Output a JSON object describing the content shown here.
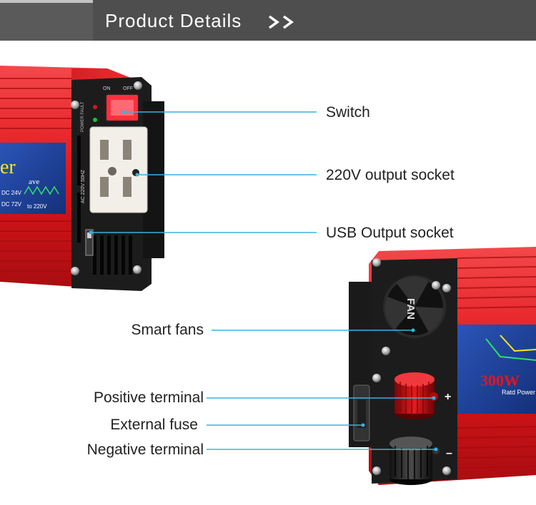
{
  "header": {
    "title": "Product Details"
  },
  "unit1": {
    "brand_fragment": "er",
    "wave_fragment": "ave",
    "spec_line1": "DC 24V",
    "spec_line2": "DC 72V",
    "spec_line3": "to 220V",
    "socket_rating": "AC 220V 50HZ",
    "indicator_labels": "POWER  FAULT",
    "switch_on": "ON",
    "switch_off": "OFF"
  },
  "unit2": {
    "fan_label": "FAN",
    "power_label": "300W",
    "rated_label": "Ratd Power",
    "plus_sign": "+",
    "minus_sign": "–"
  },
  "callouts": {
    "switch": "Switch",
    "socket": "220V output socket",
    "usb": "USB Output socket",
    "fans": "Smart fans",
    "positive": "Positive terminal",
    "fuse": "External fuse",
    "negative": "Negative terminal"
  },
  "colors": {
    "header": "#4e4e4e",
    "callout_line": "#3ab0e2",
    "shell_red": "#e0161b",
    "panel_black": "#1c1c1c",
    "label_blue": "#1c3b8c"
  }
}
